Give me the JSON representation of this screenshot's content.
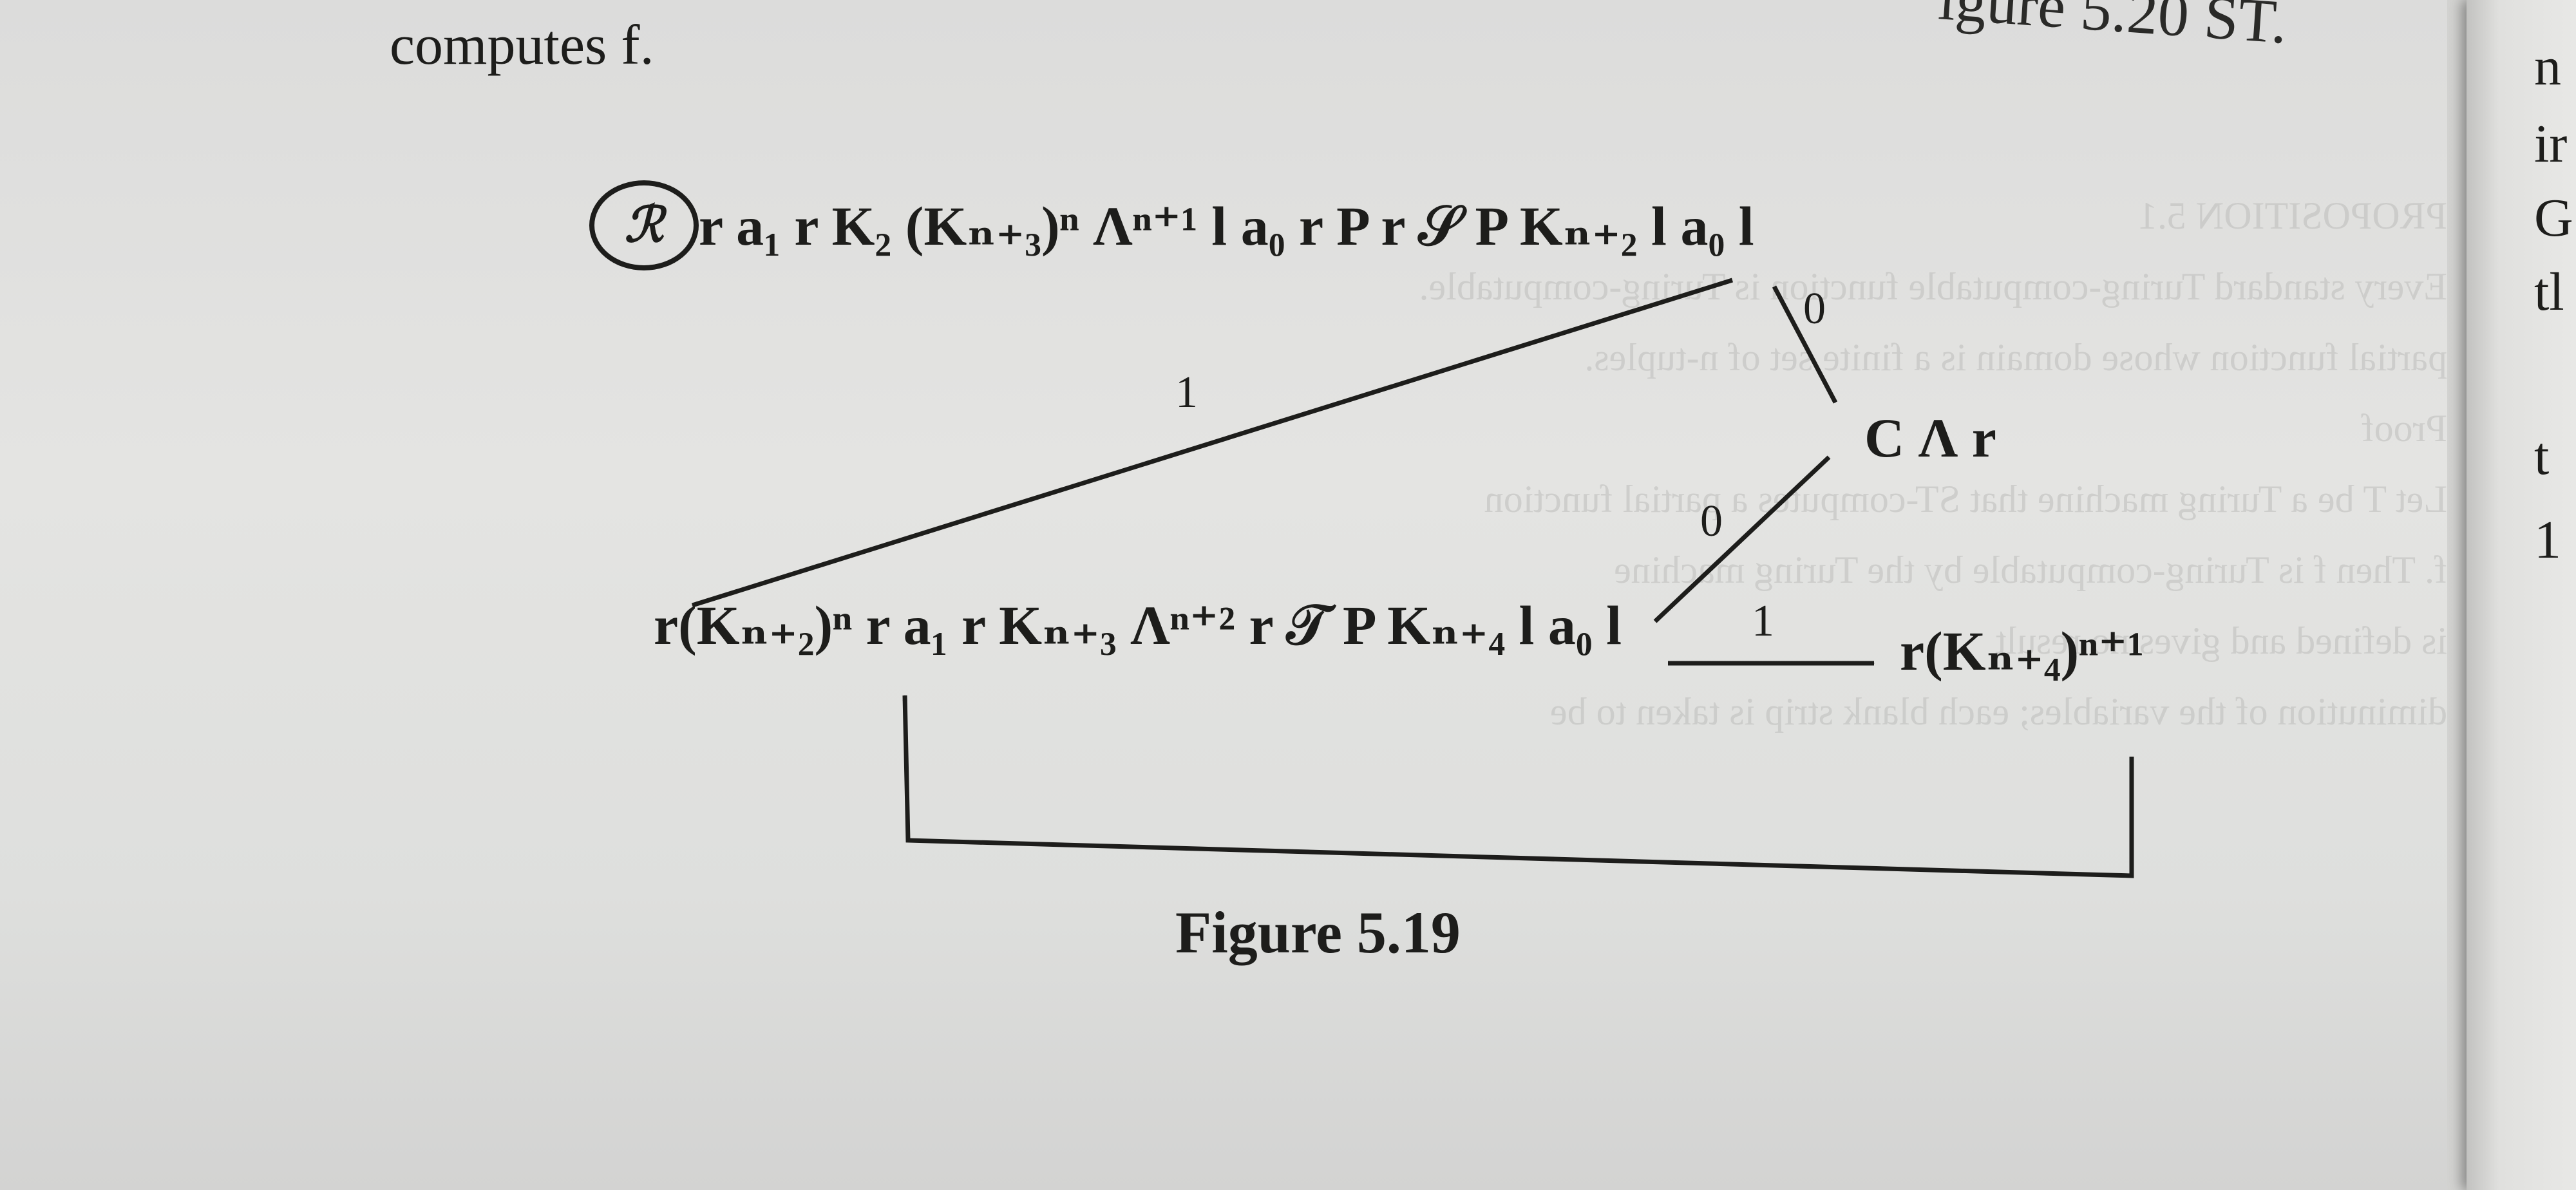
{
  "header": {
    "computes_line": "computes f.",
    "figure_ref": "igure 5.20 ST."
  },
  "diagram": {
    "machine_symbol": "ℛ",
    "top_expression": "r a₁ r K₂ (Kₙ₊₃)ⁿ Λⁿ⁺¹ l a₀ r P r 𝒮 P Kₙ₊₂ l a₀ l",
    "middle_expression": "r(Kₙ₊₂)ⁿ r a₁ r Kₙ₊₃ Λⁿ⁺² r 𝒯 P Kₙ₊₄ l a₀ l",
    "right_expression": "r(Kₙ₊₄)ⁿ⁺¹",
    "node_c": "C Λ r",
    "labels": {
      "top_to_c": "0",
      "top_to_middle": "1",
      "middle_to_c": "0",
      "middle_to_right": "1"
    }
  },
  "caption": "Figure 5.19",
  "right_page_fragments": [
    "n",
    "ir",
    "G",
    "tl",
    "t",
    "1"
  ]
}
